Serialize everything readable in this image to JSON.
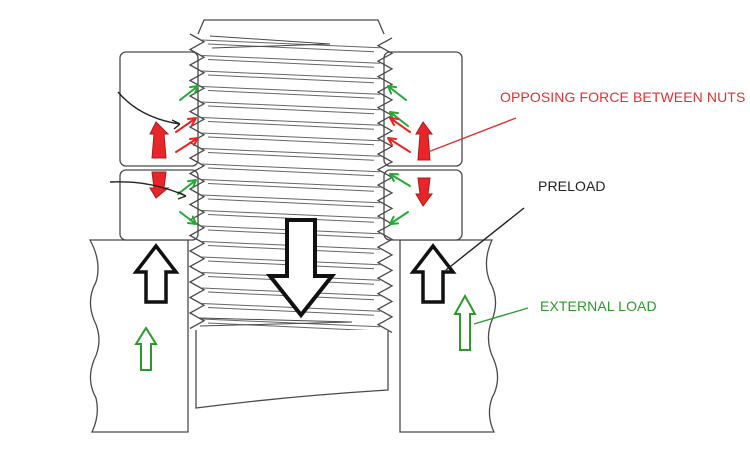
{
  "labels": {
    "opposing_force": "OPPOSING FORCE BETWEEN NUTS",
    "preload": "PRELOAD",
    "external_load": "EXTERNAL LOAD"
  },
  "colors": {
    "opposing": "#e03030",
    "preload": "#222222",
    "external": "#2a9a2a",
    "outline": "#4a4a4a",
    "contact_green": "#22aa33",
    "contact_red": "#ee2222",
    "red_fill": "#e8262a"
  },
  "icons": {
    "bolt": "threaded-bolt",
    "nuts": "hex-nut-pair",
    "members": "clamped-plates",
    "downward_arrow": "outlined-down-arrow",
    "preload_arrows": "outlined-up-arrow",
    "external_arrows": "thin-up-arrow",
    "opposing_arrows": "solid-red-double-arrow"
  }
}
